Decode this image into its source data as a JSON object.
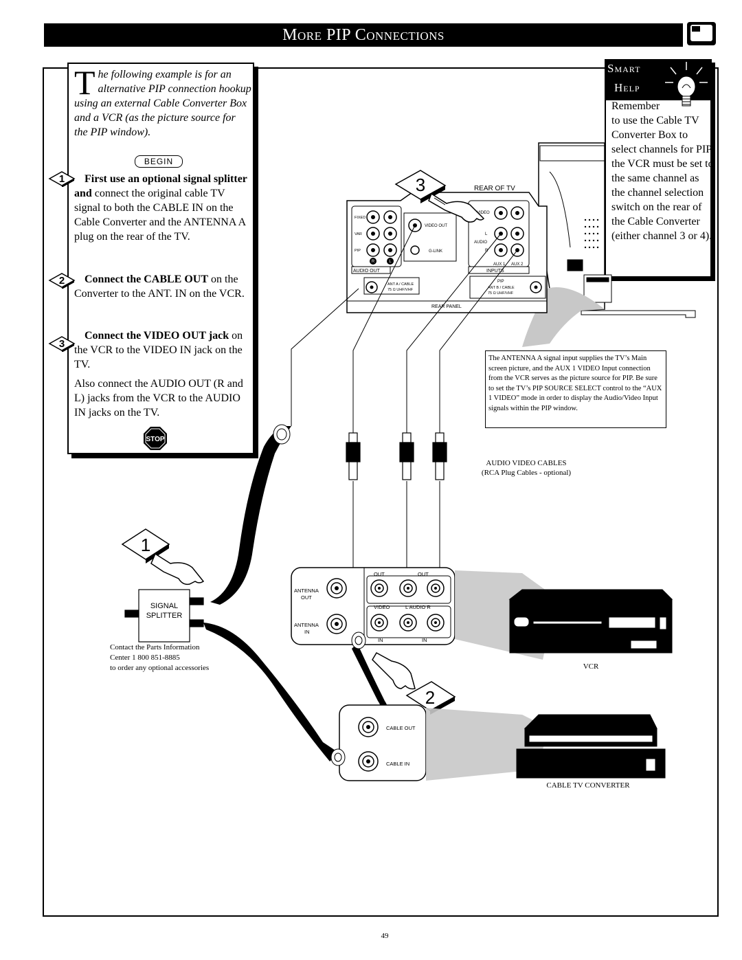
{
  "header": {
    "title": "More PIP Connections"
  },
  "intro": {
    "dropcap": "T",
    "text": "he following example is for an alternative PIP connection hookup using an external Cable Converter Box and a VCR (as the picture source for the PIP window).",
    "begin_label": "BEGIN"
  },
  "steps": [
    {
      "number": "1",
      "bold": "First use an optional signal splitter and",
      "text": " connect the original cable TV signal to both the CABLE IN on the Cable Converter and the ANTENNA A plug on the rear of the TV."
    },
    {
      "number": "2",
      "bold": "Connect the CABLE OUT",
      "text": " on the Converter to the ANT. IN on the VCR."
    },
    {
      "number": "3",
      "bold": "Connect the VIDEO OUT jack",
      "text": " on the VCR to the VIDEO IN jack on the TV."
    }
  ],
  "also_text": "Also connect the AUDIO OUT (R and L) jacks from the VCR to the AUDIO IN jacks on the TV.",
  "stop_label": "STOP",
  "smart_help": {
    "title_line1": "Smart",
    "title_line2": "Help",
    "remember": "Remember",
    "text": "to use the Cable TV Converter Box to select channels for PIP, the VCR must be set to the same channel as the channel selection switch on the rear of the Cable Converter (either channel 3 or 4)."
  },
  "tv_panel": {
    "rear_label": "REAR OF TV",
    "fixed": "FIXED",
    "var": "VAR",
    "pip": "PIP",
    "r": "R",
    "l": "L",
    "audio_out": "AUDIO OUT",
    "video_out": "VIDEO OUT",
    "glink": "G-LINK",
    "video": "VIDEO",
    "audio": "AUDIO",
    "l_small": "L",
    "r_small": "R",
    "aux1": "AUX 1",
    "aux2": "AUX 2",
    "inputs": "INPUTS",
    "ant_a": "ANT A / CABLE",
    "ant_a_sub": "75 Ω  UHF/VHF",
    "pip_label": "PIP",
    "ant_b": "ANT B / CABLE",
    "ant_b_sub": "75 Ω  UHF/VHF",
    "rear_panel": "REAR PANEL"
  },
  "step3_marker": "3",
  "note_text": "The ANTENNA A signal input supplies the TV’s Main screen picture, and the AUX 1 VIDEO Input connection from the VCR serves as the picture source for PIP. Be sure to set the TV’s PIP SOURCE SELECT control to the “AUX 1 VIDEO” mode in order to display the Audio/Video Input signals within the PIP window.",
  "cables": {
    "title": "AUDIO VIDEO CABLES",
    "subtitle": "(RCA Plug Cables - optional)"
  },
  "step1_marker": "1",
  "splitter": {
    "line1": "SIGNAL",
    "line2": "SPLITTER"
  },
  "parts_info": {
    "line1": "Contact the Parts Information",
    "line2": "Center 1 800 851-8885",
    "line3": "to order any optional accessories"
  },
  "vcr_panel": {
    "antenna_out": "ANTENNA",
    "antenna_out2": "OUT",
    "antenna_in": "ANTENNA",
    "antenna_in2": "IN",
    "out1": "OUT",
    "out2": "OUT",
    "video": "VIDEO",
    "audio": "L   AUDIO   R",
    "in1": "IN",
    "in2": "IN"
  },
  "vcr_label": "VCR",
  "step2_marker": "2",
  "converter_panel": {
    "cable_out": "CABLE OUT",
    "cable_in": "CABLE IN"
  },
  "converter_label": "CABLE TV CONVERTER",
  "page_number": "49"
}
